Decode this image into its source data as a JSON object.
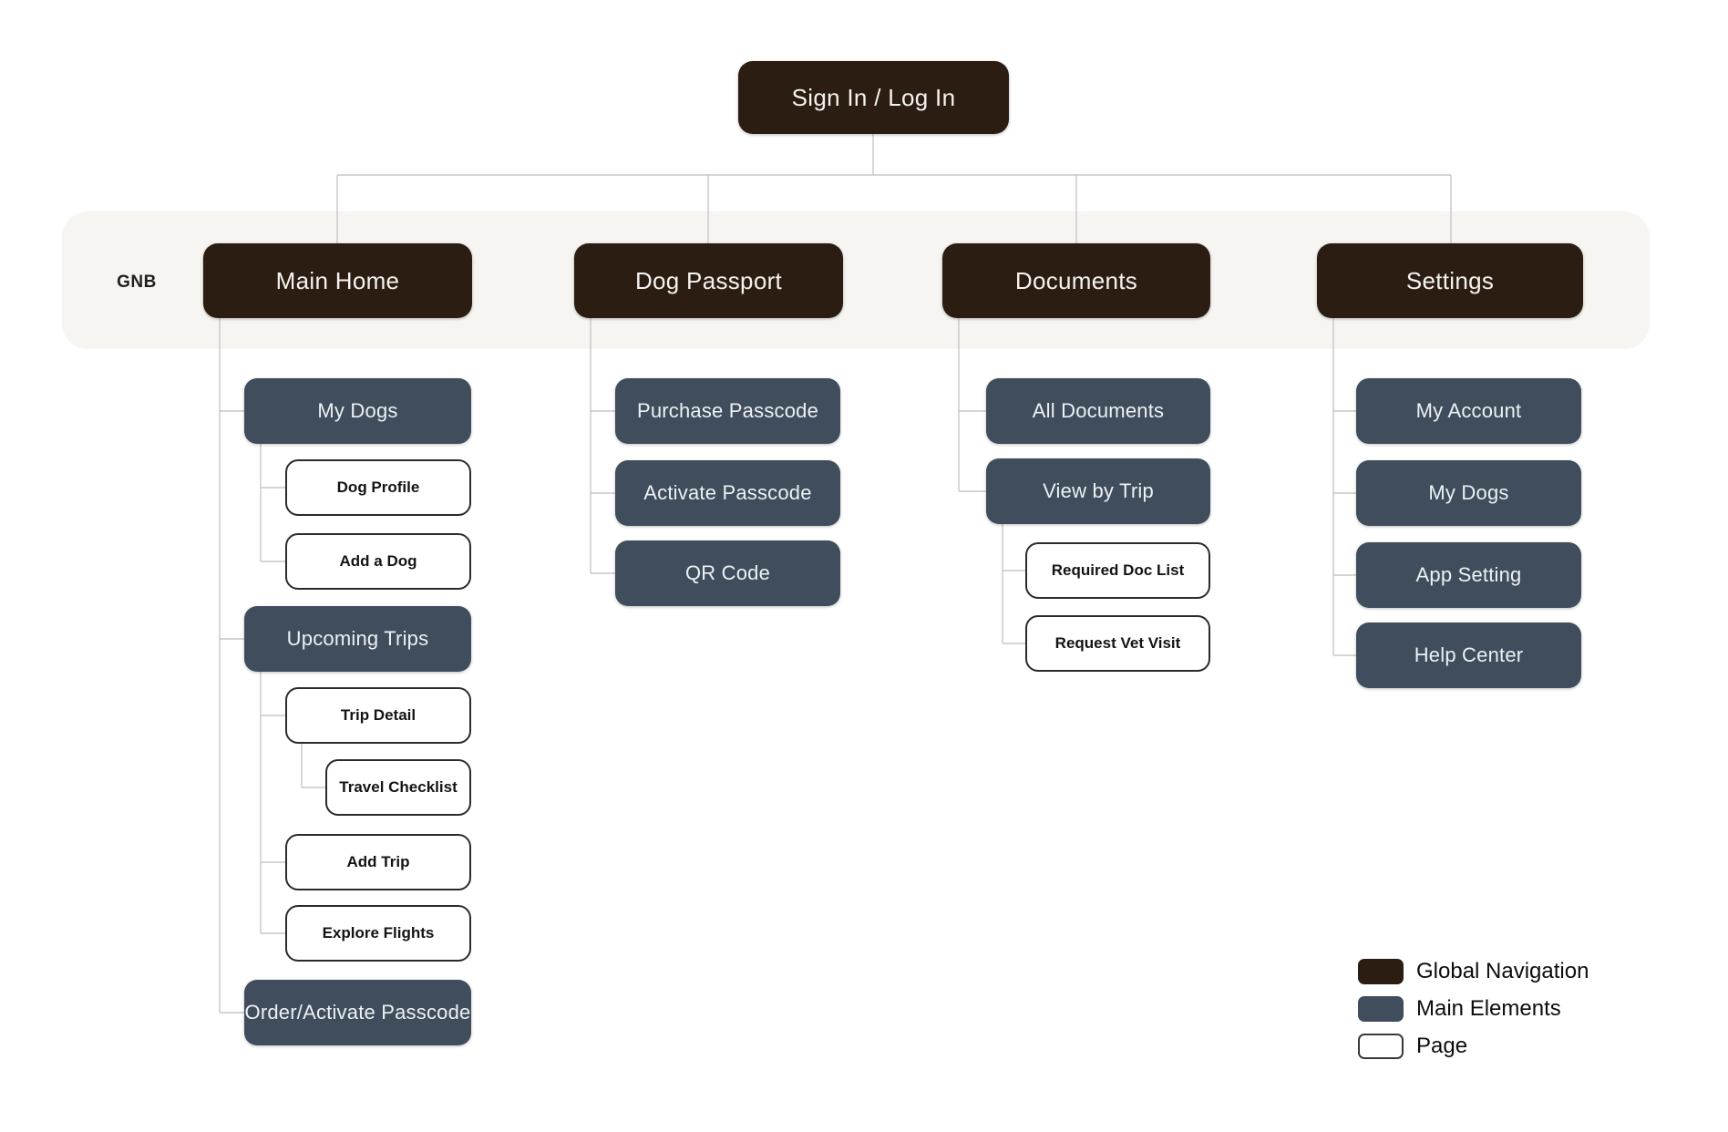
{
  "colors": {
    "background": "#ffffff",
    "gnb_band": "#f6f5f2",
    "global_navigation": "#2b1d11",
    "main_elements": "#3f4d5c",
    "page_fill": "#ffffff",
    "page_border": "#2b2b2b",
    "connector": "#c7c7c7",
    "text_on_dark": "#f5f3ef",
    "text_on_light": "#141414"
  },
  "diagram": {
    "gnb_label": "GNB",
    "nodes": [
      {
        "id": "sign-in",
        "label": "Sign In / Log In",
        "type": "gnb"
      },
      {
        "id": "main-home",
        "label": "Main Home",
        "type": "gnb"
      },
      {
        "id": "dog-passport",
        "label": "Dog Passport",
        "type": "gnb"
      },
      {
        "id": "documents",
        "label": "Documents",
        "type": "gnb"
      },
      {
        "id": "settings",
        "label": "Settings",
        "type": "gnb"
      },
      {
        "id": "my-dogs",
        "label": "My Dogs",
        "type": "element"
      },
      {
        "id": "dog-profile",
        "label": "Dog Profile",
        "type": "page"
      },
      {
        "id": "add-a-dog",
        "label": "Add a Dog",
        "type": "page"
      },
      {
        "id": "upcoming-trips",
        "label": "Upcoming Trips",
        "type": "element"
      },
      {
        "id": "trip-detail",
        "label": "Trip Detail",
        "type": "page"
      },
      {
        "id": "travel-checklist",
        "label": "Travel Checklist",
        "type": "page"
      },
      {
        "id": "add-trip",
        "label": "Add Trip",
        "type": "page"
      },
      {
        "id": "explore-flights",
        "label": "Explore Flights",
        "type": "page"
      },
      {
        "id": "order-activate-passcode",
        "label": "Order/Activate Passcode",
        "type": "element"
      },
      {
        "id": "purchase-passcode",
        "label": "Purchase Passcode",
        "type": "element"
      },
      {
        "id": "activate-passcode",
        "label": "Activate Passcode",
        "type": "element"
      },
      {
        "id": "qr-code",
        "label": "QR Code",
        "type": "element"
      },
      {
        "id": "all-documents",
        "label": "All Documents",
        "type": "element"
      },
      {
        "id": "view-by-trip",
        "label": "View by Trip",
        "type": "element"
      },
      {
        "id": "required-doc-list",
        "label": "Required Doc List",
        "type": "page"
      },
      {
        "id": "request-vet-visit",
        "label": "Request Vet Visit",
        "type": "page"
      },
      {
        "id": "my-account",
        "label": "My Account",
        "type": "element"
      },
      {
        "id": "my-dogs-settings",
        "label": "My Dogs",
        "type": "element"
      },
      {
        "id": "app-setting",
        "label": "App Setting",
        "type": "element"
      },
      {
        "id": "help-center",
        "label": "Help Center",
        "type": "element"
      }
    ]
  },
  "legend": {
    "items": [
      {
        "label": "Global Navigation",
        "swatch": "gnb"
      },
      {
        "label": "Main Elements",
        "swatch": "element"
      },
      {
        "label": "Page",
        "swatch": "page"
      }
    ]
  }
}
